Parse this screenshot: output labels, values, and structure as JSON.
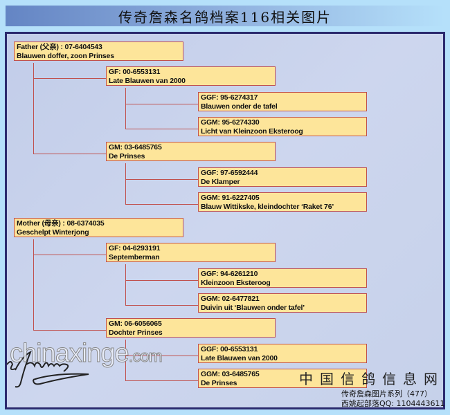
{
  "title": "传奇詹森名鸽档案116相关图片",
  "pedigree": [
    {
      "line1": "Father (父亲) : 07-6404543",
      "line2": "Blauwen doffer, zoon Prinses"
    },
    {
      "line1": "GF: 00-6553131",
      "line2": "Late Blauwen van 2000"
    },
    {
      "line1": "GGF: 95-6274317",
      "line2": "Blauwen onder de tafel"
    },
    {
      "line1": "GGM: 95-6274330",
      "line2": "Licht van Kleinzoon Eksteroog"
    },
    {
      "line1": "GM: 03-6485765",
      "line2": "De Prinses"
    },
    {
      "line1": "GGF: 97-6592444",
      "line2": "De Klamper"
    },
    {
      "line1": "GGM: 91-6227405",
      "line2": "Blauw Wittikske, kleindochter ‘Raket 76’"
    },
    {
      "line1": "Mother (母亲) : 08-6374035",
      "line2": "Geschelpt Winterjong"
    },
    {
      "line1": "GF: 04-6293191",
      "line2": "Septemberman"
    },
    {
      "line1": "GGF: 94-6261210",
      "line2": "Kleinzoon Eksteroog"
    },
    {
      "line1": "GGM: 02-6477821",
      "line2": "Duivin uit ‘Blauwen onder tafel’"
    },
    {
      "line1": "GM: 06-6056065",
      "line2": "Dochter Prinses"
    },
    {
      "line1": "GGF: 00-6553131",
      "line2": "Late Blauwen van 2000"
    },
    {
      "line1": "GGM: 03-6485765",
      "line2": "De Prinses"
    }
  ],
  "watermark": {
    "site": "chinaxinge",
    "tld": ".com",
    "name": "中国信鸽信息网",
    "series": "传奇詹森图片系列（477）",
    "qq": "西姚起部落QQ: 1104443611"
  }
}
